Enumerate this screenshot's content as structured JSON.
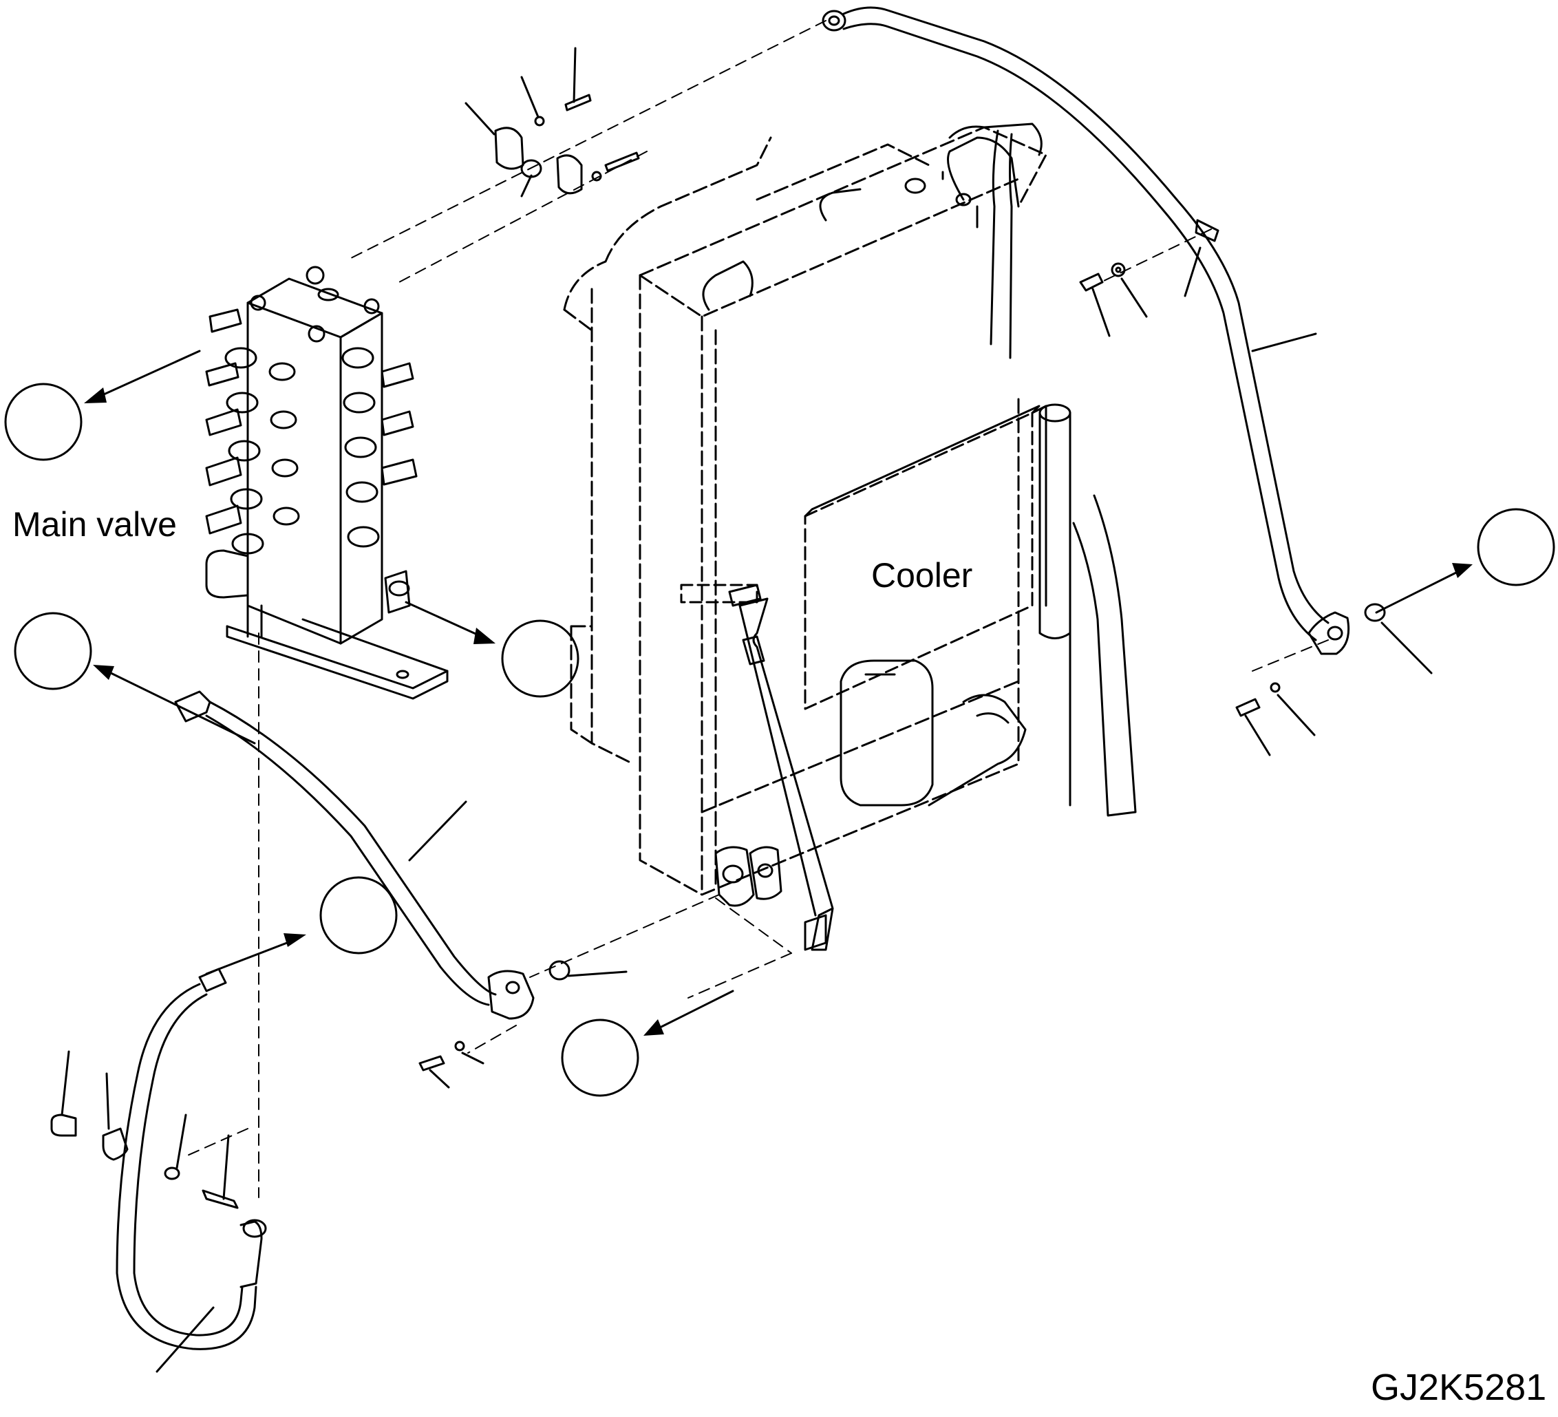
{
  "labels": {
    "main_valve": "Main valve",
    "cooler": "Cooler",
    "drawing_code": "GJ2K5281"
  },
  "reference_circles": [
    {
      "name": "ref-circle-main-valve-left",
      "label": ""
    },
    {
      "name": "ref-circle-main-valve-port",
      "label": ""
    },
    {
      "name": "ref-circle-lower-hose-end",
      "label": ""
    },
    {
      "name": "ref-circle-center-hose",
      "label": ""
    },
    {
      "name": "ref-circle-cooler-bottom",
      "label": ""
    },
    {
      "name": "ref-circle-right-pipe",
      "label": ""
    }
  ],
  "colors": {
    "line": "#000000",
    "background": "#ffffff"
  }
}
